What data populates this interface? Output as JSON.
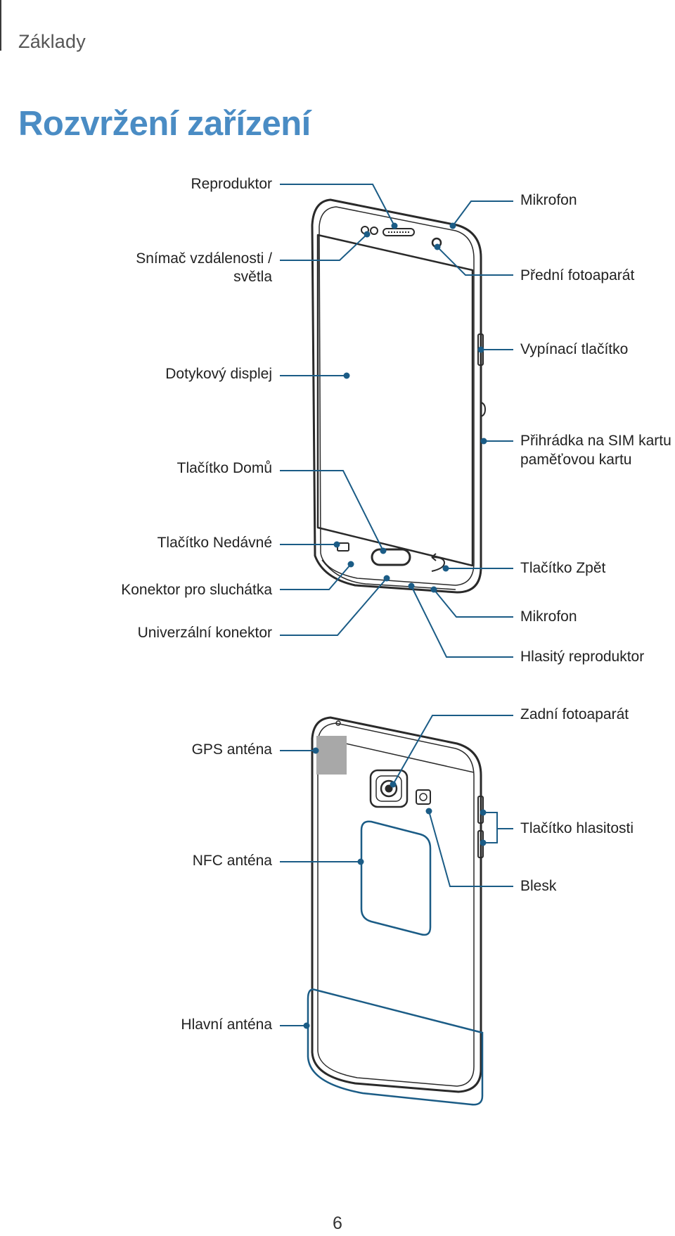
{
  "header": {
    "section": "Základy"
  },
  "page_title": "Rozvržení zařízení",
  "front": {
    "left": {
      "speaker": "Reproduktor",
      "proximity_1": "Snímač vzdálenosti /",
      "proximity_2": "světla",
      "touchscreen": "Dotykový displej",
      "home": "Tlačítko Domů",
      "recent": "Tlačítko Nedávné",
      "earphone": "Konektor pro sluchátka",
      "multipurpose": "Univerzální konektor"
    },
    "right": {
      "mic_top": "Mikrofon",
      "front_camera": "Přední fotoaparát",
      "power": "Vypínací tlačítko",
      "sim_1": "Přihrádka na SIM kartu /",
      "sim_2": "paměťovou kartu",
      "back_key": "Tlačítko Zpět",
      "mic_bottom": "Mikrofon",
      "loudspeaker": "Hlasitý reproduktor"
    }
  },
  "rear": {
    "left": {
      "gps": "GPS anténa",
      "nfc": "NFC anténa",
      "main_antenna": "Hlavní anténa"
    },
    "right": {
      "rear_camera": "Zadní fotoaparát",
      "volume": "Tlačítko hlasitosti",
      "flash": "Blesk"
    }
  },
  "page_number": "6",
  "colors": {
    "accent": "#4a8cc4",
    "callout": "#1b5c86",
    "outline": "#2a2a2a",
    "gps_area": "#a8a8a8"
  }
}
